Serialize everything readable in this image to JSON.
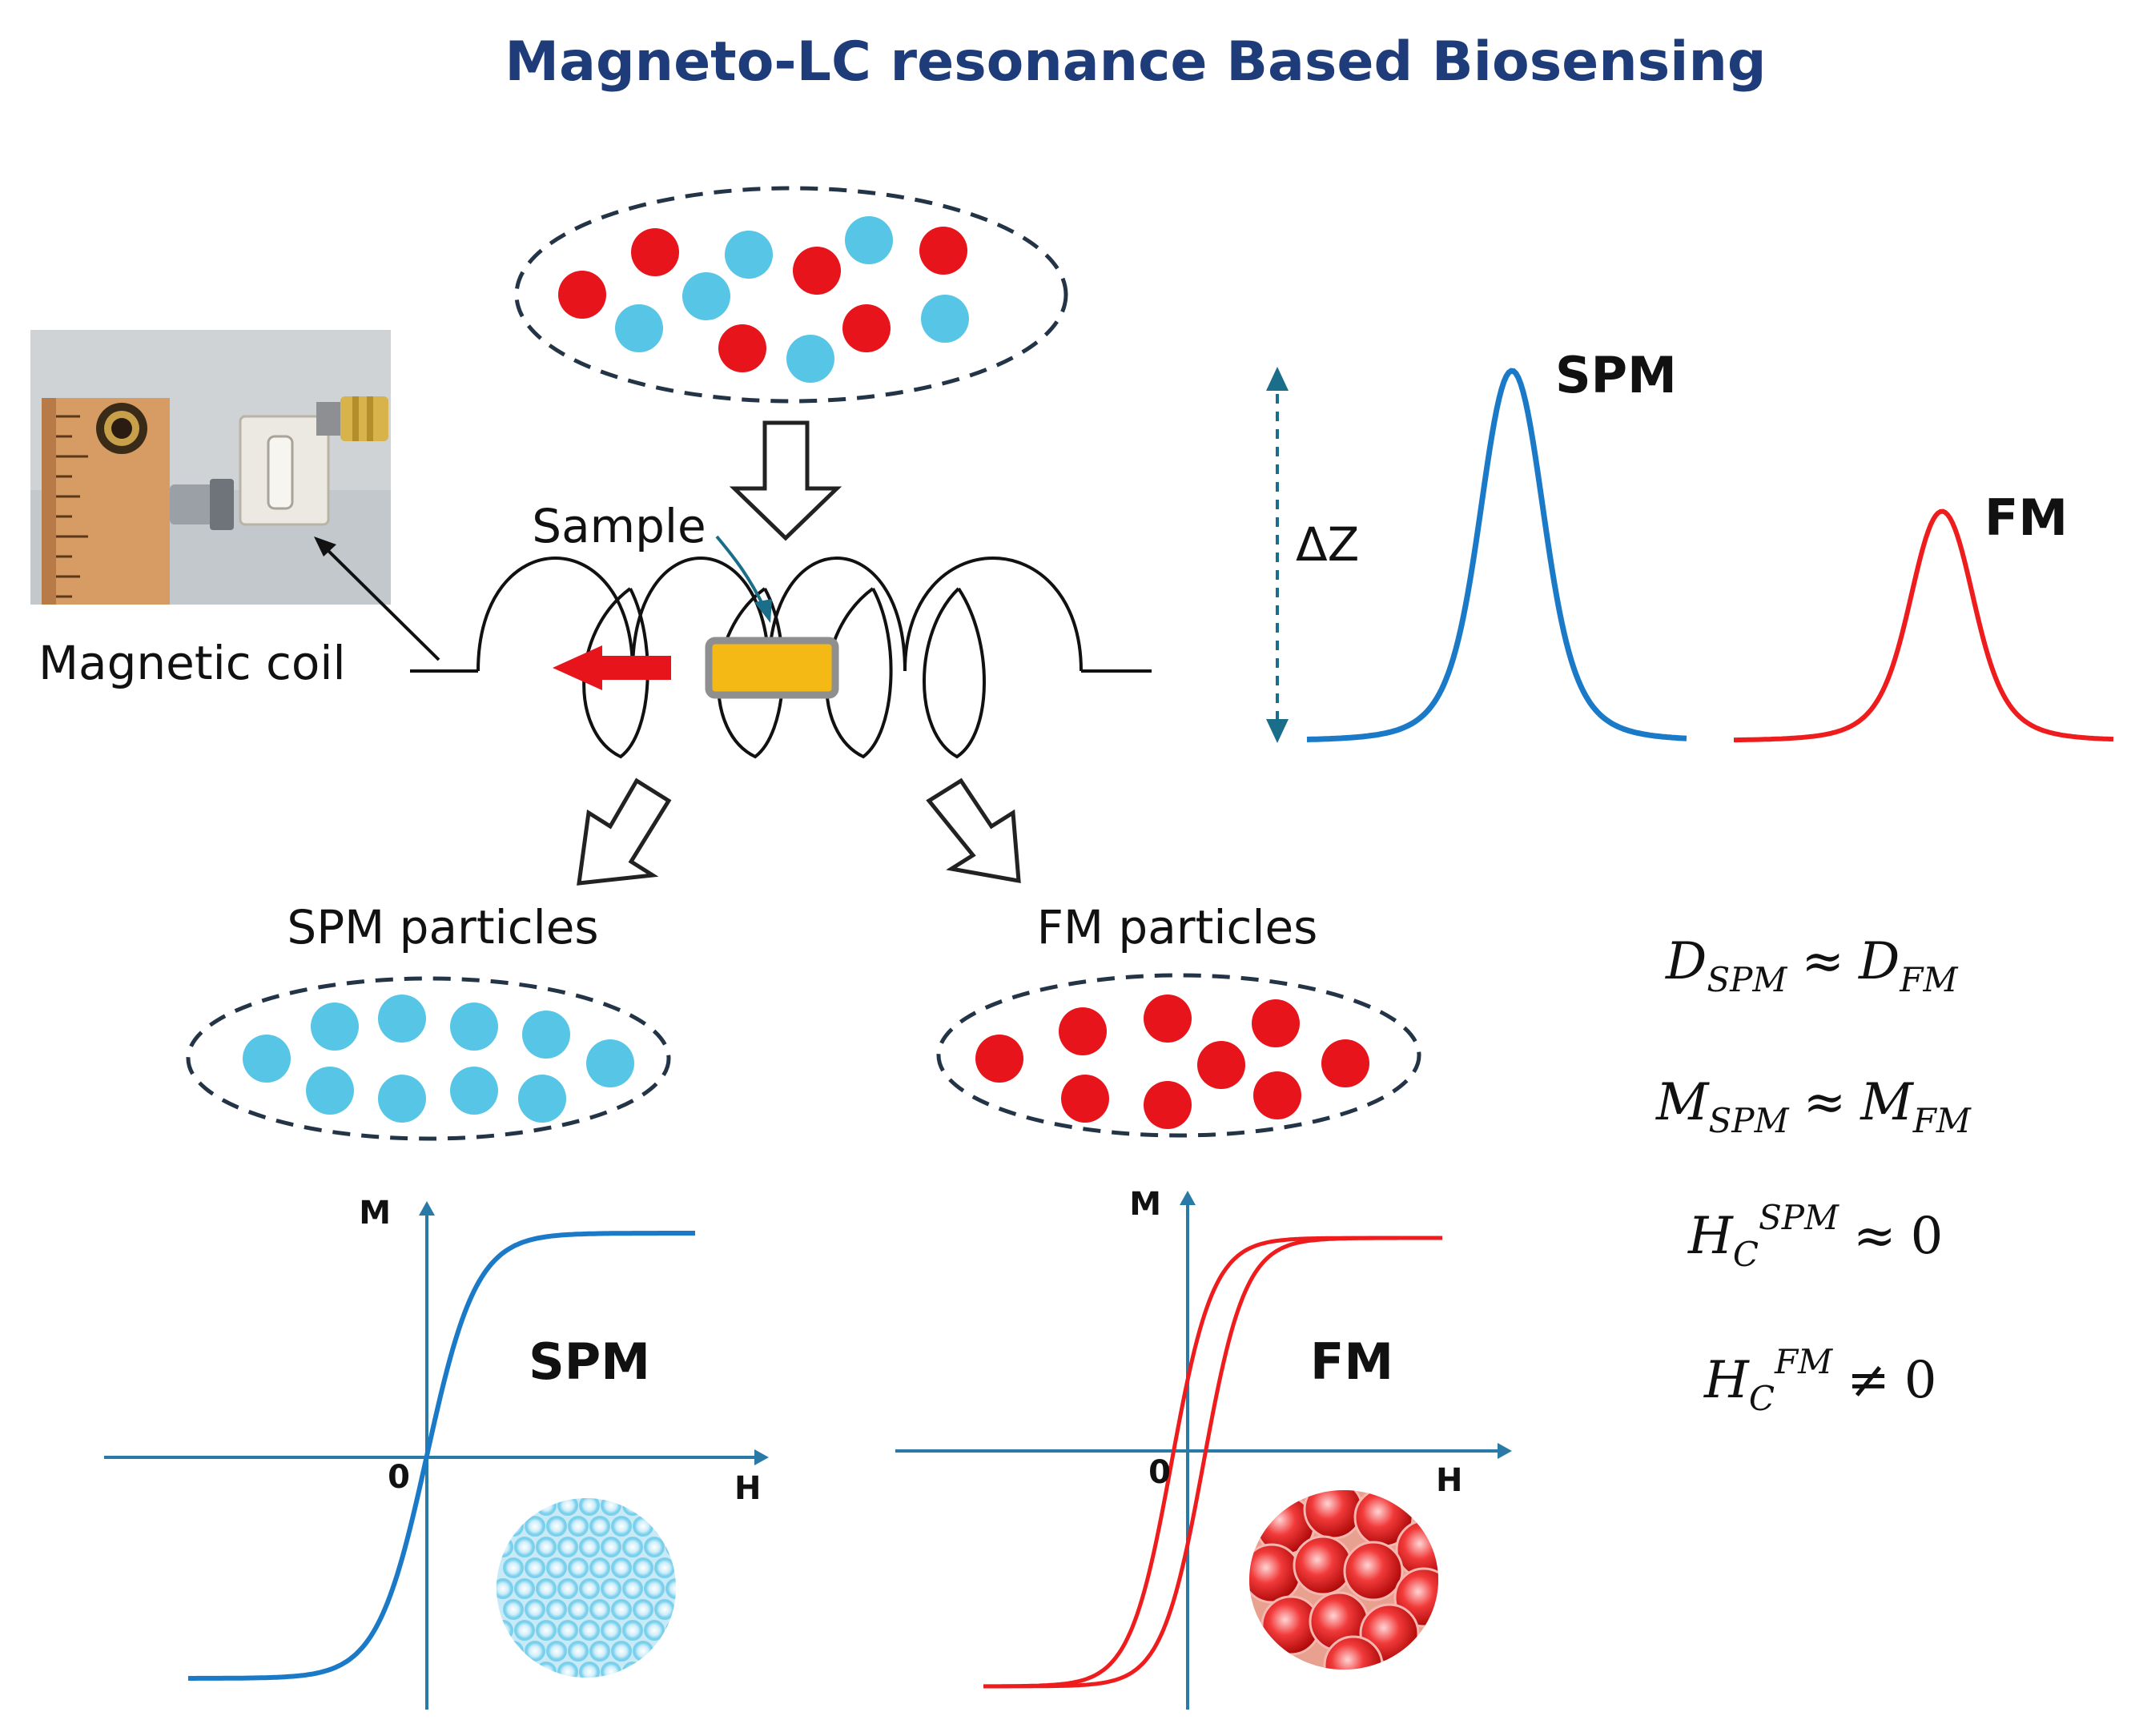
{
  "title": "Magneto-LC resonance Based Biosensing",
  "labels": {
    "sample": "Sample",
    "magnetic_coil": "Magnetic coil",
    "spm_particles": "SPM particles",
    "fm_particles": "FM particles",
    "delta_z": "ΔZ"
  },
  "resonance_peaks": {
    "spm_label": "SPM",
    "fm_label": "FM",
    "spm_peak_relative": 1.0,
    "fm_peak_relative": 0.62
  },
  "hysteresis": {
    "spm": {
      "label": "SPM",
      "y_axis": "M",
      "x_axis": "H",
      "origin": "0"
    },
    "fm": {
      "label": "FM",
      "y_axis": "M",
      "x_axis": "H",
      "origin": "0"
    }
  },
  "equations": [
    {
      "lhs": "D",
      "lhs_sub": "SPM",
      "sup": "",
      "op": "≈",
      "rhs": "D",
      "rhs_sub": "FM"
    },
    {
      "lhs": "M",
      "lhs_sub": "SPM",
      "sup": "",
      "op": "≈",
      "rhs": "M",
      "rhs_sub": "FM"
    },
    {
      "lhs": "H",
      "lhs_sub": "C",
      "sup": "SPM",
      "op": "≈",
      "rhs": "0",
      "rhs_sub": ""
    },
    {
      "lhs": "H",
      "lhs_sub": "C",
      "sup": "FM",
      "op": "≠",
      "rhs": "0",
      "rhs_sub": ""
    }
  ],
  "colors": {
    "spm": "#56c5e6",
    "fm": "#e8141c",
    "spm_curve": "#1a7ac8",
    "fm_curve": "#ee1c1c",
    "axis": "#2a7aa8",
    "title": "#1f3c7a",
    "sample_fill": "#f5b915",
    "dashed_outline": "#243447"
  }
}
